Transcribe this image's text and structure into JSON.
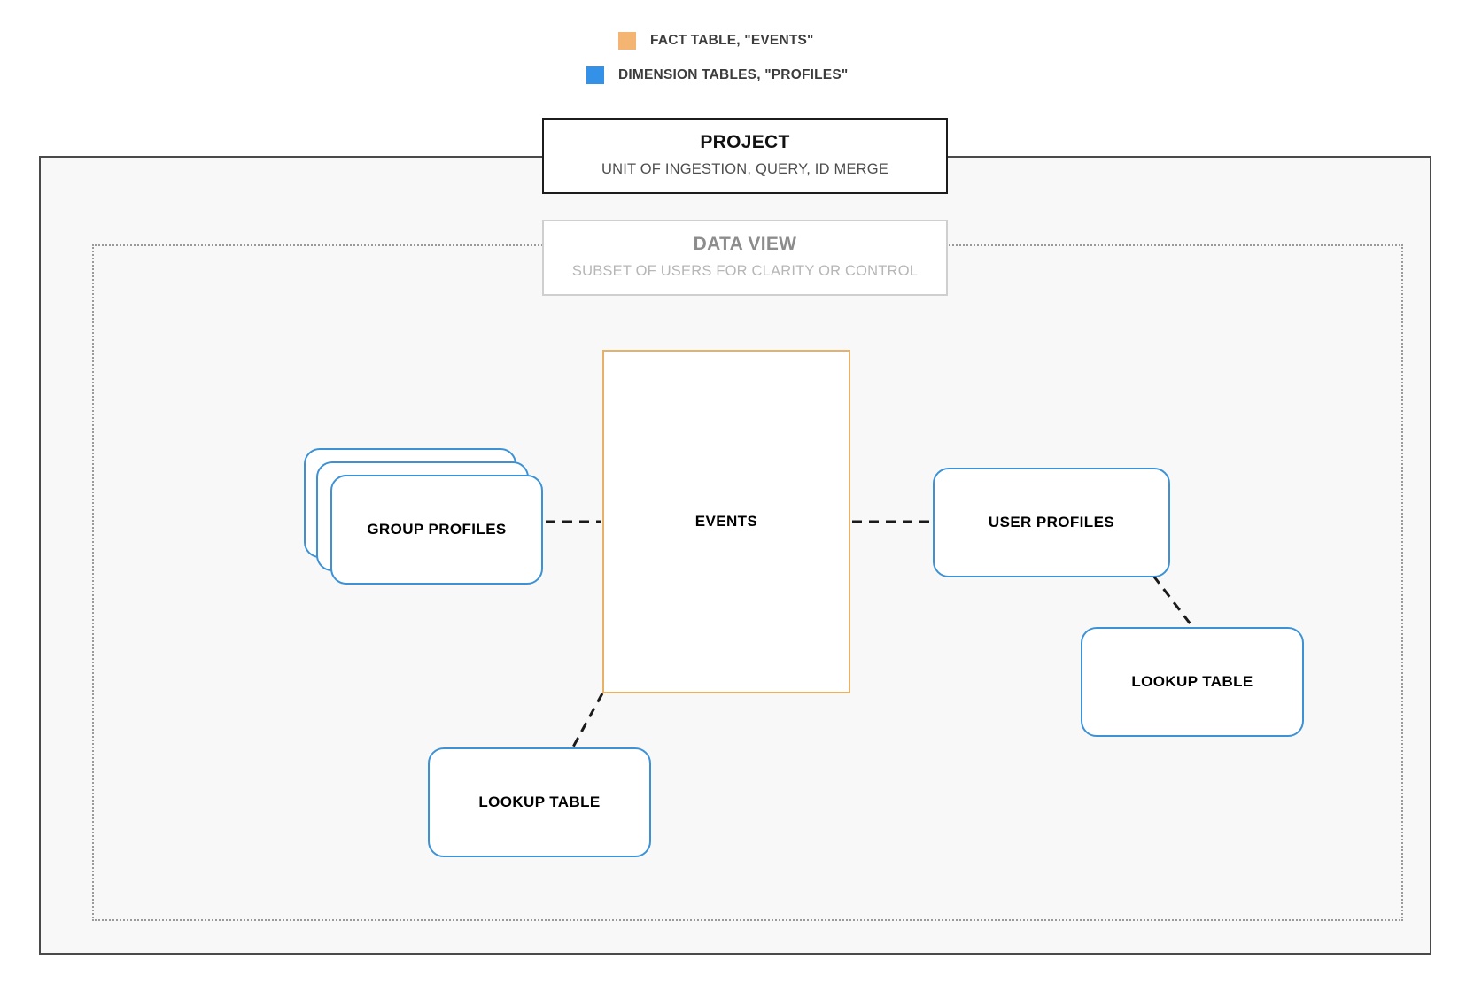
{
  "legend": {
    "items": [
      {
        "label": "FACT TABLE, \"EVENTS\"",
        "color": "#f5b572",
        "icon": "orange-square-swatch"
      },
      {
        "label": "DIMENSION TABLES, \"PROFILES\"",
        "color": "#3391e8",
        "icon": "blue-square-swatch"
      }
    ]
  },
  "project": {
    "title": "PROJECT",
    "subtitle": "UNIT OF INGESTION, QUERY, ID MERGE"
  },
  "data_view": {
    "title": "DATA VIEW",
    "subtitle": "SUBSET OF USERS FOR CLARITY OR CONTROL"
  },
  "nodes": {
    "events": {
      "label": "EVENTS",
      "kind": "fact-table",
      "color": "#e8b168"
    },
    "group_profiles": {
      "label": "GROUP PROFILES",
      "kind": "dimension-table-stack",
      "color": "#3d92d6",
      "stack_count": 3
    },
    "user_profiles": {
      "label": "USER PROFILES",
      "kind": "dimension-table",
      "color": "#3d92d6"
    },
    "lookup_table_left": {
      "label": "LOOKUP TABLE",
      "kind": "dimension-table",
      "color": "#3d92d6"
    },
    "lookup_table_right": {
      "label": "LOOKUP TABLE",
      "kind": "dimension-table",
      "color": "#3d92d6"
    }
  },
  "connections": [
    {
      "from": "group_profiles",
      "to": "events",
      "style": "dashed"
    },
    {
      "from": "events",
      "to": "user_profiles",
      "style": "dashed"
    },
    {
      "from": "events",
      "to": "lookup_table_left",
      "style": "dashed"
    },
    {
      "from": "user_profiles",
      "to": "lookup_table_right",
      "style": "dashed"
    }
  ],
  "colors": {
    "fact": "#e8b168",
    "dimension": "#3d92d6",
    "project_border": "#1c1c1c",
    "data_view_border": "#cfcfcf",
    "container_fill": "#f8f8f8",
    "container_border": "#4a4a4a",
    "dotted_border": "#9a9a9a",
    "connector": "#1a1a1a"
  }
}
